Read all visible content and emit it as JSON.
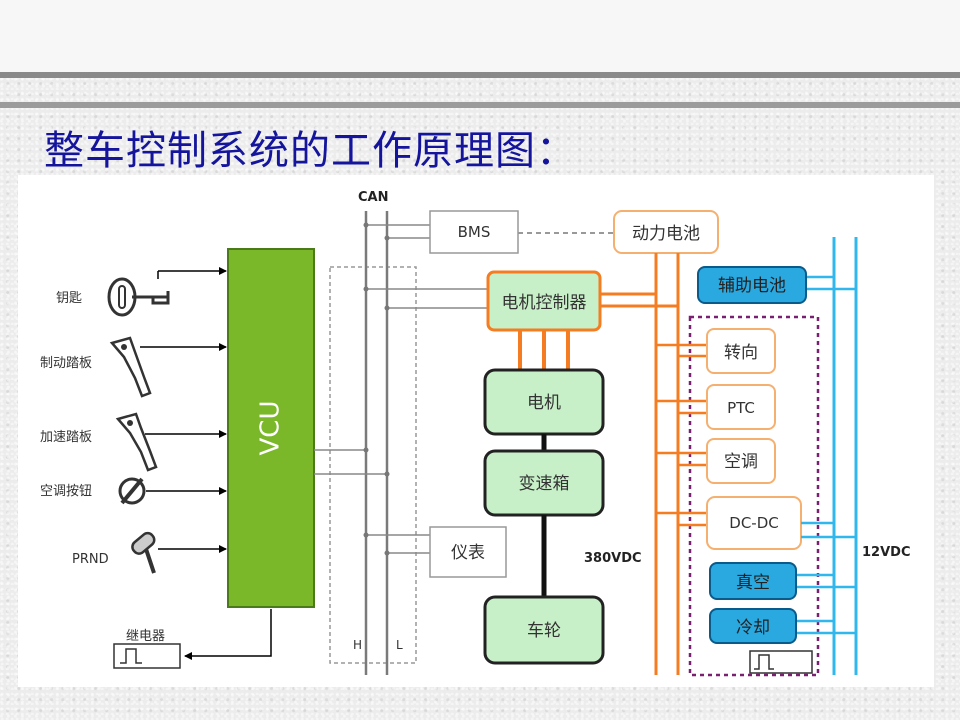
{
  "page": {
    "title": "整车控制系统的工作原理图："
  },
  "diagram": {
    "vcu_label": "VCU",
    "can": {
      "label": "CAN",
      "high_label": "H",
      "low_label": "L"
    },
    "inputs": {
      "key": "钥匙",
      "brake": "制动踏板",
      "accel": "加速踏板",
      "ac_button": "空调按钮",
      "prnd": "PRND"
    },
    "relay_label": "继电器",
    "bms": "BMS",
    "battery": "动力电池",
    "aux_battery": "辅助电池",
    "motor_controller": "电机控制器",
    "motor": "电机",
    "gearbox": "变速箱",
    "wheel": "车轮",
    "instrument": "仪表",
    "hv_loads": {
      "steering": "转向",
      "ptc": "PTC",
      "ac": "空调",
      "dcdc": "DC-DC"
    },
    "lv_loads": {
      "vacuum": "真空",
      "cooling": "冷却"
    },
    "voltage_hv": "380VDC",
    "voltage_lv": "12VDC",
    "colors": {
      "vcu": "#7ab82a",
      "green_box": "#c8f0c8",
      "orange": "#f57c20",
      "blue_box": "#2aa8e0",
      "blue_line": "#30b8ee",
      "purple": "#7a2070",
      "gray_line": "#808080",
      "title": "#14159c"
    }
  }
}
